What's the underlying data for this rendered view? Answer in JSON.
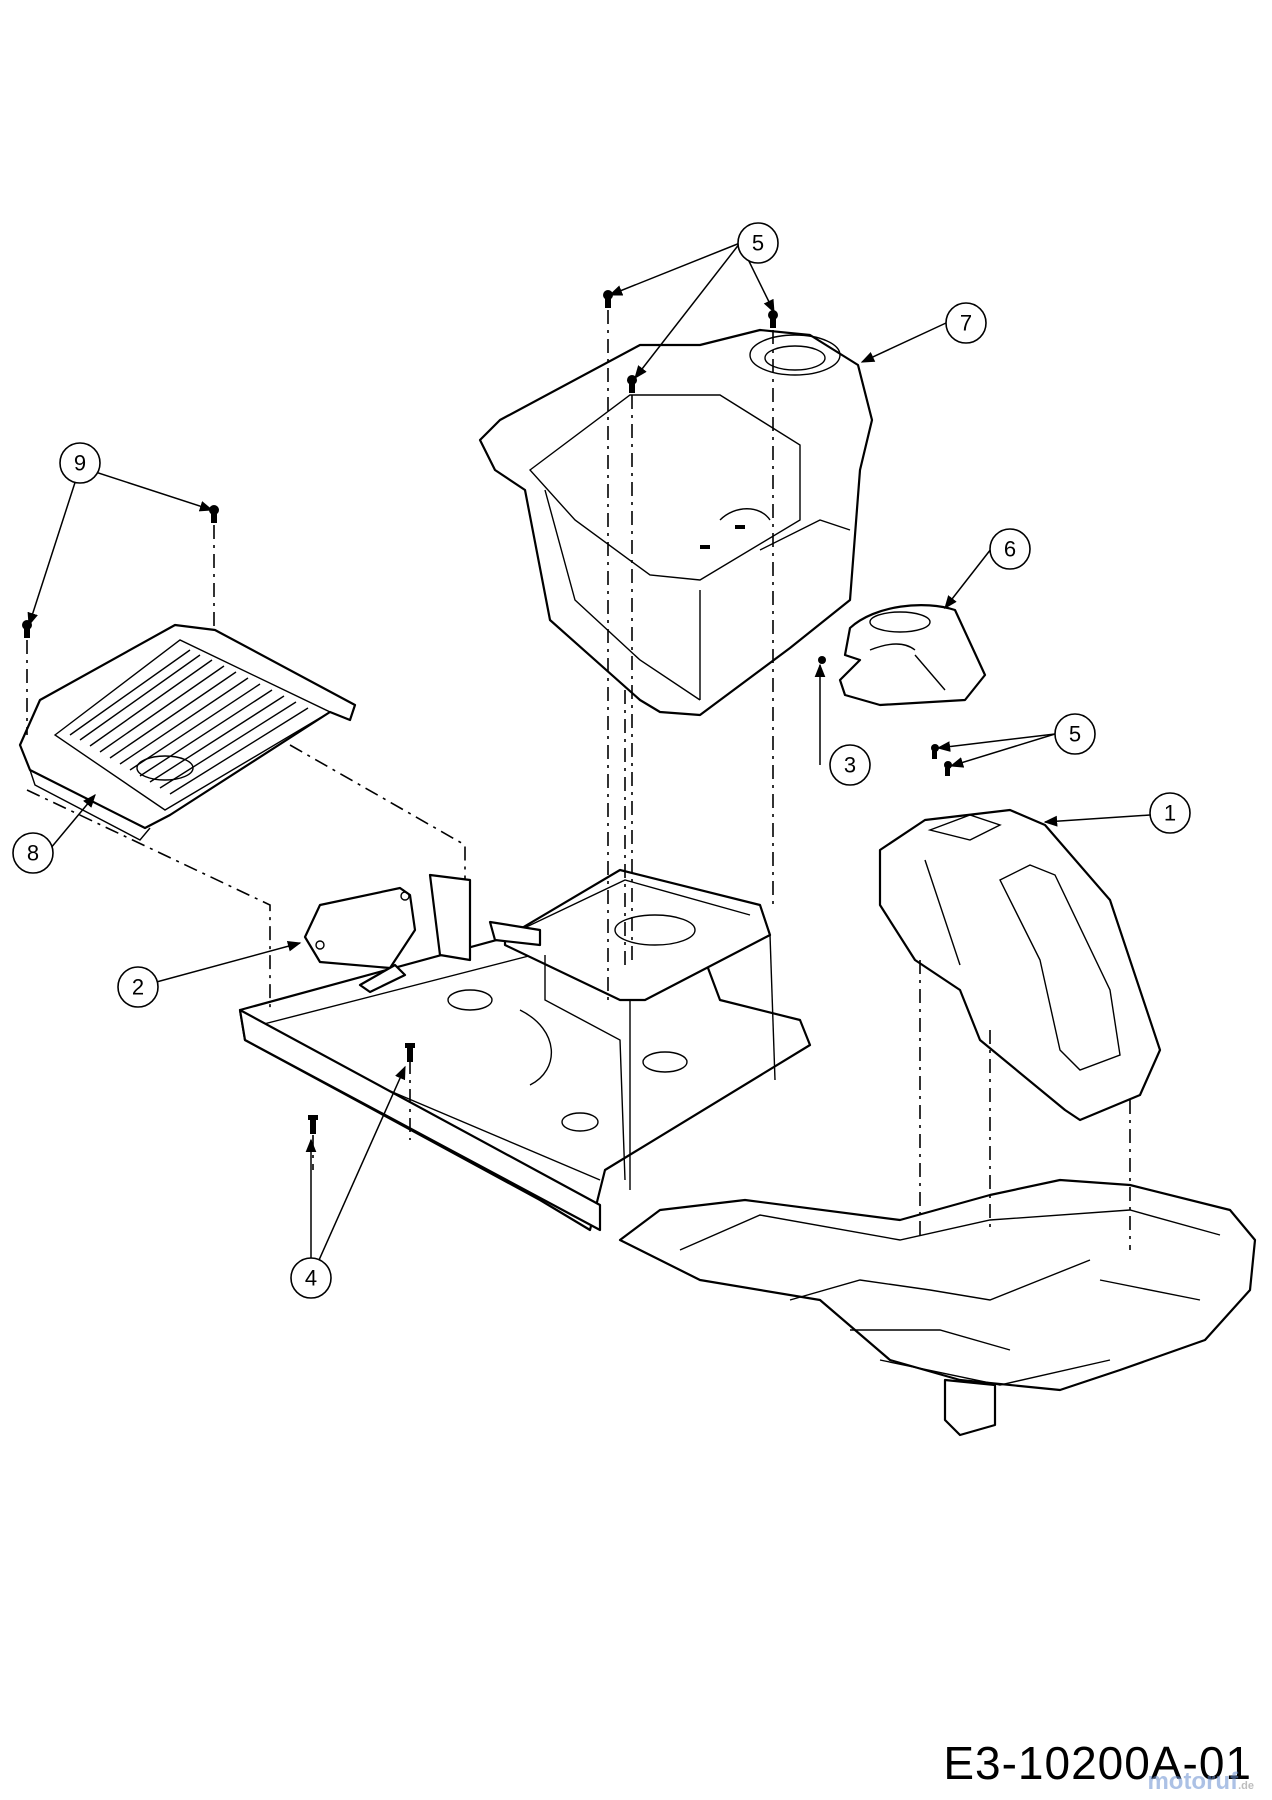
{
  "drawing_number": "E3-10200A-01",
  "watermark": {
    "text": "motoruf",
    "tld": ".de"
  },
  "callouts": [
    {
      "id": "c1",
      "label": "1"
    },
    {
      "id": "c2",
      "label": "2"
    },
    {
      "id": "c3",
      "label": "3"
    },
    {
      "id": "c4",
      "label": "4"
    },
    {
      "id": "c5a",
      "label": "5"
    },
    {
      "id": "c5b",
      "label": "5"
    },
    {
      "id": "c6",
      "label": "6"
    },
    {
      "id": "c7",
      "label": "7"
    },
    {
      "id": "c8",
      "label": "8"
    },
    {
      "id": "c9",
      "label": "9"
    }
  ]
}
